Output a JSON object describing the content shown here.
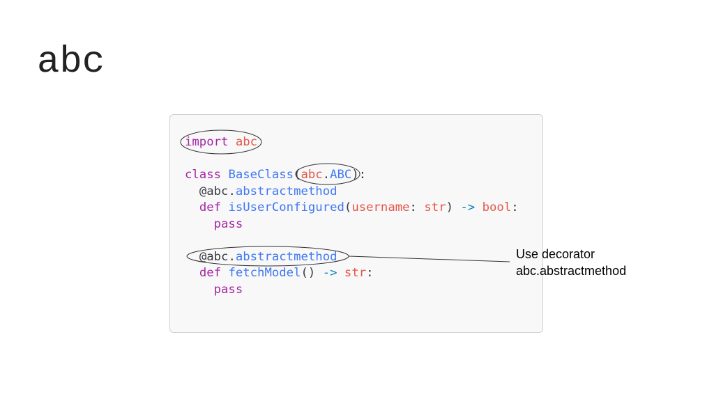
{
  "title": "abc",
  "code": {
    "line1": {
      "kw": "import",
      "mod": "abc"
    },
    "line3": {
      "kw": "class",
      "cls": "BaseClass",
      "paren_open": "(",
      "mod": "abc",
      "dot": ".",
      "base": "ABC",
      "tail": "):"
    },
    "line4": {
      "deco": "@abc",
      "dot": ".",
      "name": "abstractmethod"
    },
    "line5": {
      "kw": "def",
      "fn": "isUserConfigured",
      "paren_open": "(",
      "param": "username",
      "colon": ": ",
      "ptype": "str",
      "close": ") ",
      "arrow": "->",
      "rtype": "bool",
      "end": ":"
    },
    "line6": {
      "kw": "pass"
    },
    "line8": {
      "deco": "@abc",
      "dot": ".",
      "name": "abstractmethod"
    },
    "line9": {
      "kw": "def",
      "fn": "fetchModel",
      "parens": "()",
      "arrow": "->",
      "rtype": "str",
      "end": ":"
    },
    "line10": {
      "kw": "pass"
    }
  },
  "annotation": {
    "line1": "Use decorator",
    "line2": "abc.abstractmethod"
  },
  "colors": {
    "keyword": "#a626a4",
    "module": "#e45649",
    "function": "#4078f2",
    "operator": "#0184bc",
    "plain": "#383a42"
  }
}
